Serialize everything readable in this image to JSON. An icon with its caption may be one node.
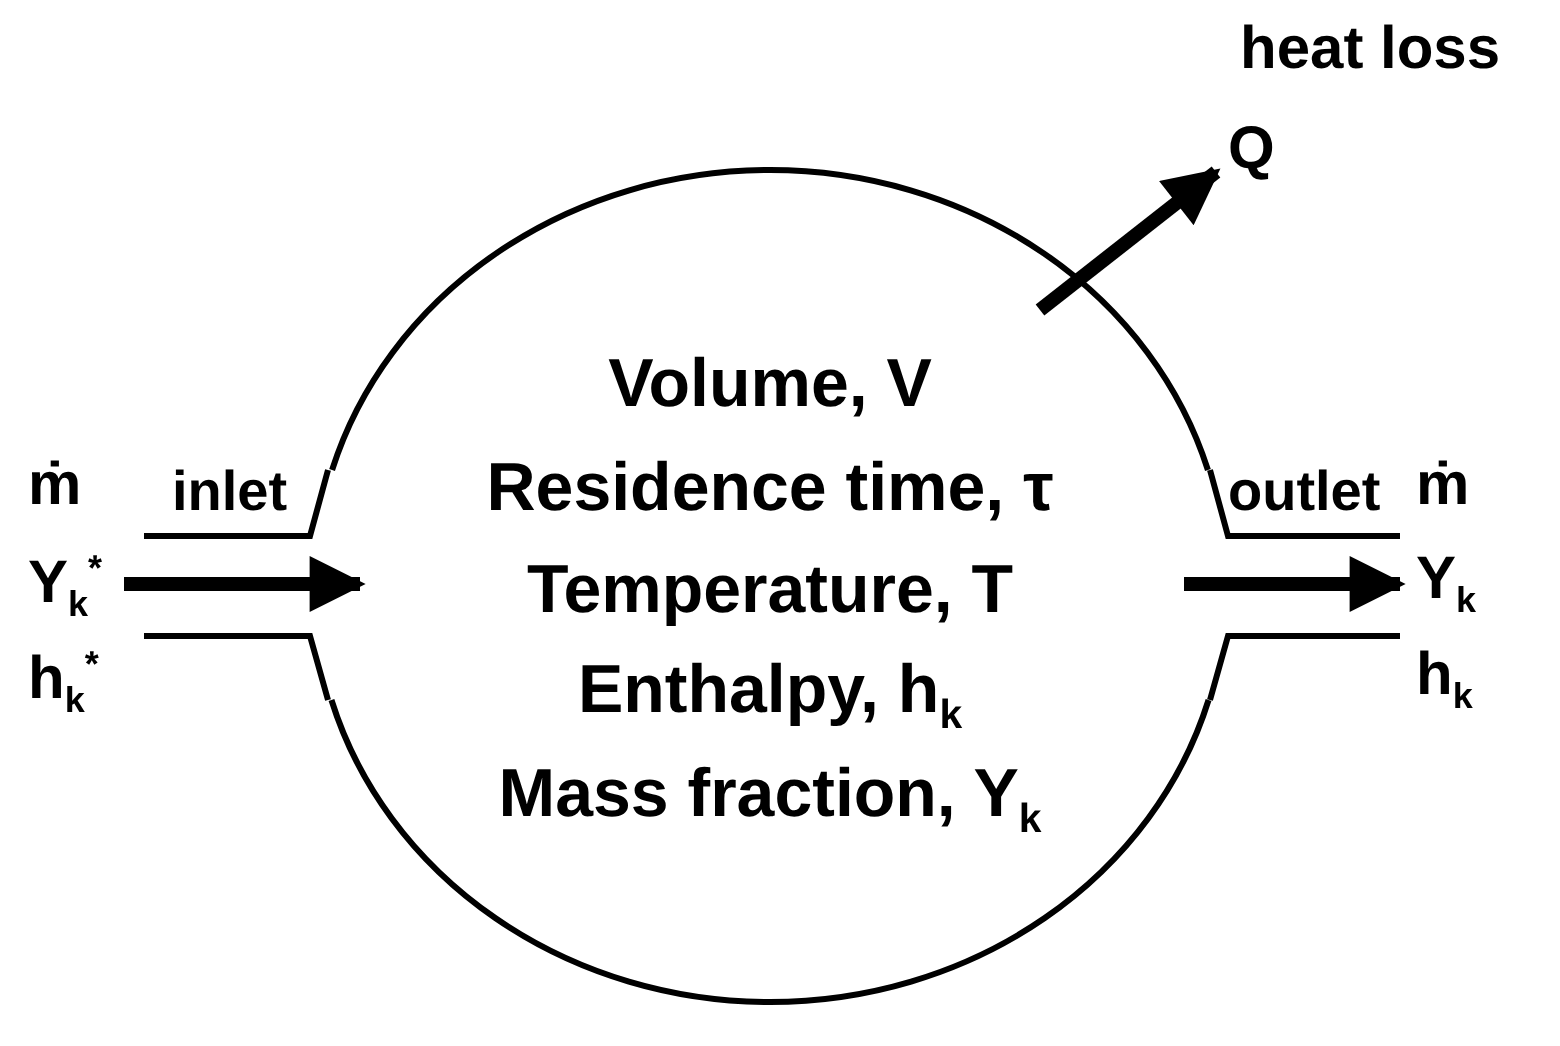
{
  "diagram": {
    "nodes": [
      {
        "text": [
          "Volume, V",
          "Residence time,  τ",
          "Temperature, T",
          "Enthalpy, h$_{k}$",
          "Mass fraction, Y$_{k}$"
        ]
      },
      {
        "text": [
          "ṁ",
          "Y$_{k}$$^{*}$",
          "h$_{k}$$^{*}$"
        ]
      },
      {
        "text": [
          "ṁ",
          "Y$_{k}$",
          "h$_{k}$"
        ]
      },
      {
        "text": [
          "heat loss",
          "Q"
        ]
      }
    ],
    "edges": [
      {
        "from": 1,
        "to": 0,
        "arrow": "to"
      },
      {
        "from": 0,
        "to": 2,
        "arrow": "to"
      },
      {
        "from": 0,
        "to": 3,
        "arrow": "to"
      }
    ],
    "labels": [
      "inlet",
      "outlet"
    ]
  }
}
